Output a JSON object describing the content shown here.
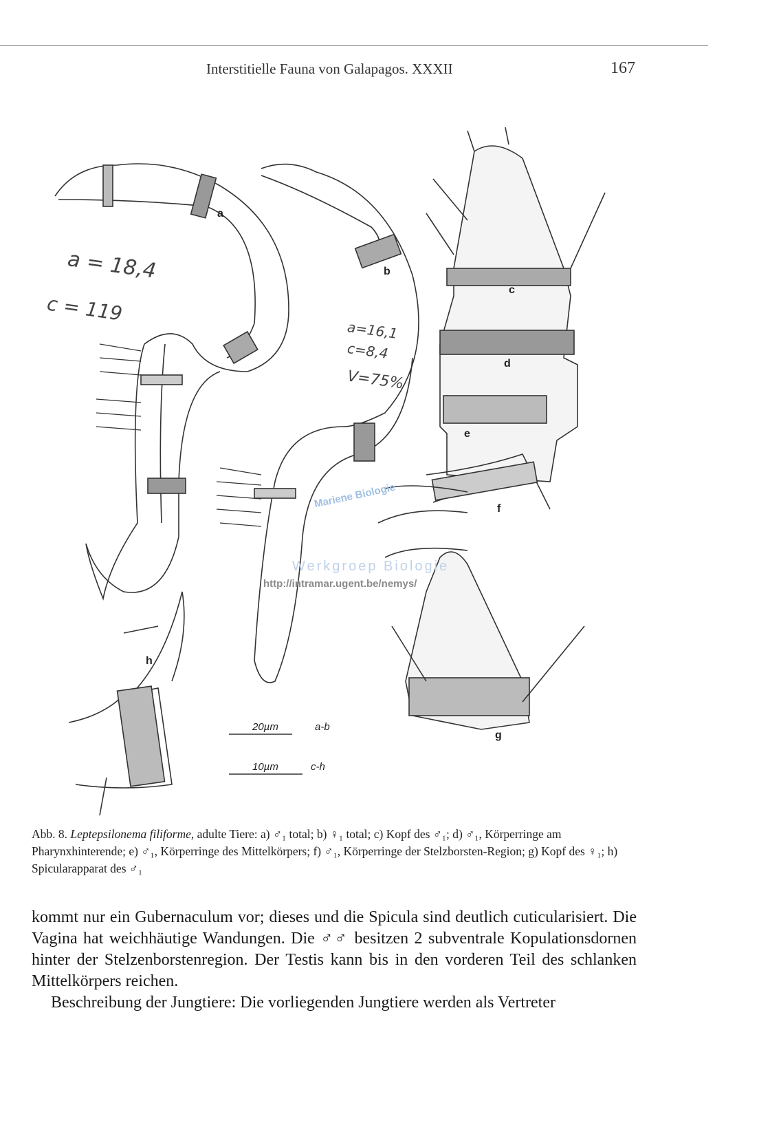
{
  "header": {
    "running_title": "Interstitielle Fauna von Galapagos. XXXII",
    "page_number": "167"
  },
  "figure": {
    "panel_labels": [
      "a",
      "b",
      "c",
      "d",
      "e",
      "f",
      "g",
      "h"
    ],
    "handwritten_notes": [
      "a = 18,4",
      "c = 119",
      "a=16,1",
      "c=8,4",
      "V=75%"
    ],
    "scale_bars": [
      {
        "value": "20µm",
        "applies": "a-b"
      },
      {
        "value": "10µm",
        "applies": "c-h"
      }
    ],
    "watermark": {
      "line1": "Mariene Biologie",
      "line2": "Werkgroep Biologie",
      "url": "http://intramar.ugent.be/nemys/"
    }
  },
  "caption": {
    "prefix": "Abb. 8.",
    "species": "Leptepsilonema filiforme,",
    "text": " adulte Tiere: a) ♂₁ total; b) ♀₁ total; c) Kopf des ♂₁; d) ♂₁, Körperringe am Pharynxhinterende; e) ♂₁, Körperringe des Mittelkörpers; f) ♂₁, Körperringe der Stelzborsten-Region; g) Kopf des ♀₁; h) Spicularapparat des ♂₁"
  },
  "body": {
    "paragraph1": "kommt nur ein Gubernaculum vor; dieses und die Spicula sind deutlich cuticularisiert. Die Vagina hat weichhäutige Wandungen. Die ♂♂ besitzen 2 subventrale Kopulationsdornen hinter der Stelzenborstenregion. Der Testis kann bis in den vorderen Teil des schlanken Mittelkörpers reichen.",
    "paragraph2": "Beschreibung der Jungtiere: Die vorliegenden Jungtiere werden als Vertreter"
  }
}
